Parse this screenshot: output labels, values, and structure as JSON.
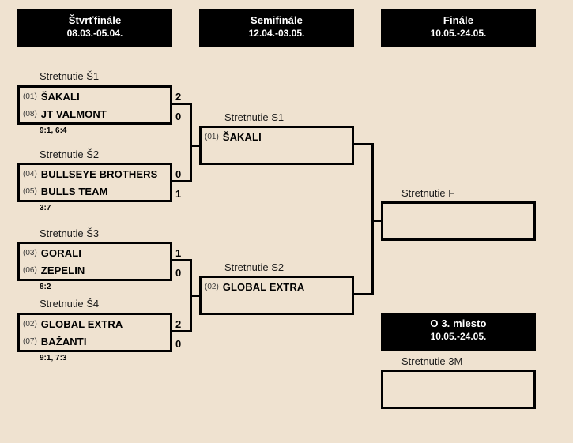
{
  "rounds": [
    {
      "name": "quarterfinals",
      "title": "Štvrťfinále",
      "dates": "08.03.-05.04."
    },
    {
      "name": "semifinals",
      "title": "Semifinále",
      "dates": "12.04.-03.05."
    },
    {
      "name": "final",
      "title": "Finále",
      "dates": "10.05.-24.05."
    },
    {
      "name": "third-place",
      "title": "O 3. miesto",
      "dates": "10.05.-24.05."
    }
  ],
  "quarterfinals": [
    {
      "label": "Stretnutie Š1",
      "detail": "9:1, 6:4",
      "teams": [
        {
          "seed": "(01)",
          "name": "ŠAKALI",
          "score": "2"
        },
        {
          "seed": "(08)",
          "name": "JT VALMONT",
          "score": "0"
        }
      ]
    },
    {
      "label": "Stretnutie Š2",
      "detail": "3:7",
      "teams": [
        {
          "seed": "(04)",
          "name": "BULLSEYE BROTHERS",
          "score": "0"
        },
        {
          "seed": "(05)",
          "name": "BULLS TEAM",
          "score": "1"
        }
      ]
    },
    {
      "label": "Stretnutie Š3",
      "detail": "8:2",
      "teams": [
        {
          "seed": "(03)",
          "name": "GORALI",
          "score": "1"
        },
        {
          "seed": "(06)",
          "name": "ZEPELIN",
          "score": "0"
        }
      ]
    },
    {
      "label": "Stretnutie Š4",
      "detail": "9:1, 7:3",
      "teams": [
        {
          "seed": "(02)",
          "name": "GLOBAL EXTRA",
          "score": "2"
        },
        {
          "seed": "(07)",
          "name": "BAŽANTI",
          "score": "0"
        }
      ]
    }
  ],
  "semifinals": [
    {
      "label": "Stretnutie S1",
      "detail": "",
      "teams": [
        {
          "seed": "(01)",
          "name": "ŠAKALI",
          "score": ""
        },
        {
          "seed": "",
          "name": "",
          "score": ""
        }
      ]
    },
    {
      "label": "Stretnutie S2",
      "detail": "",
      "teams": [
        {
          "seed": "(02)",
          "name": "GLOBAL EXTRA",
          "score": ""
        },
        {
          "seed": "",
          "name": "",
          "score": ""
        }
      ]
    }
  ],
  "final": {
    "label": "Stretnutie F",
    "detail": "",
    "teams": [
      {
        "seed": "",
        "name": "",
        "score": ""
      },
      {
        "seed": "",
        "name": "",
        "score": ""
      }
    ]
  },
  "third_place": {
    "label": "Stretnutie 3M",
    "detail": "",
    "teams": [
      {
        "seed": "",
        "name": "",
        "score": ""
      },
      {
        "seed": "",
        "name": "",
        "score": ""
      }
    ]
  },
  "colors": {
    "background": "#efe2d0",
    "header_background": "#000000",
    "header_text": "#ffffff",
    "border": "#000000",
    "text": "#000000",
    "seed_text": "#3a3a3a"
  }
}
